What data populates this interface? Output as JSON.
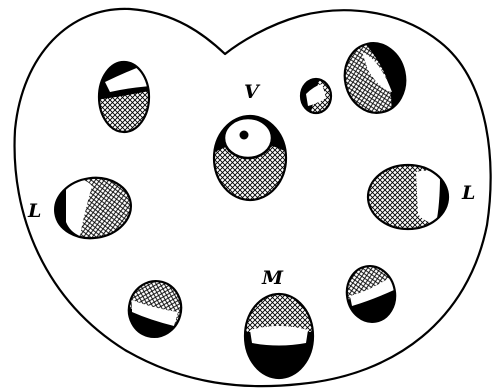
{
  "labels": {
    "ventral": "V",
    "lateral_left": "L",
    "lateral_right": "L",
    "median": "M"
  },
  "colors": {
    "ink": "#000000",
    "paper": "#ffffff"
  }
}
